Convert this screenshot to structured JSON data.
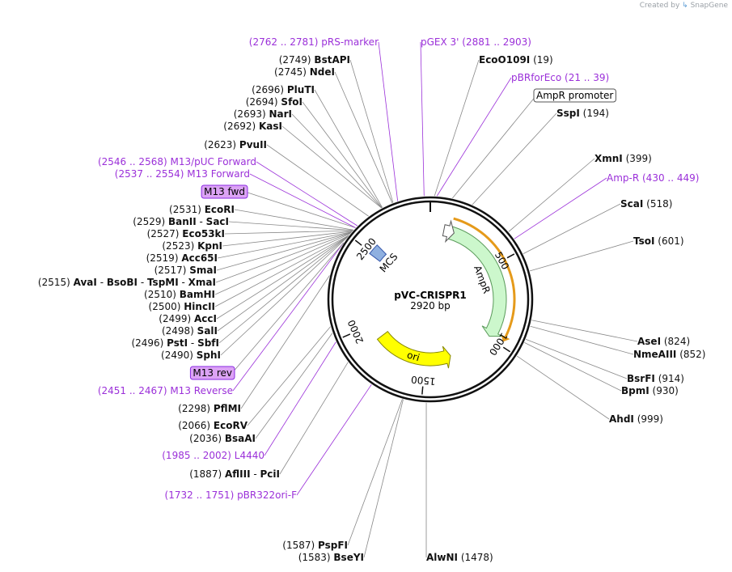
{
  "credit": {
    "prefix": "Created by",
    "brand": "SnapGene"
  },
  "map": {
    "name": "pVC-CRISPR1",
    "length_label": "2920 bp",
    "length": 2920
  },
  "ticks": [
    {
      "bp": 500,
      "label": "500"
    },
    {
      "bp": 1000,
      "label": "1000"
    },
    {
      "bp": 1500,
      "label": "1500"
    },
    {
      "bp": 2000,
      "label": "2000"
    },
    {
      "bp": 2500,
      "label": "2500"
    }
  ],
  "features": [
    {
      "name": "AmpR",
      "label": "AmpR",
      "start": 130,
      "end": 990,
      "color": "#ccf7cc",
      "stroke": "#5a9a5a"
    },
    {
      "name": "ori",
      "label": "ori",
      "start": 1300,
      "end": 1890,
      "color": "#ffff00",
      "stroke": "#888800"
    },
    {
      "name": "AmpR promoter",
      "label": "",
      "start": 90,
      "end": 130,
      "color": "#ffffff",
      "stroke": "#555555"
    },
    {
      "name": "MCS",
      "label": "MCS",
      "start": 2490,
      "end": 2560,
      "color": "#8fb0e0",
      "stroke": "#3355aa"
    }
  ],
  "right_labels": [
    {
      "kind": "enzyme",
      "name": "EcoO109I",
      "pos": "(19)",
      "bp": 19
    },
    {
      "kind": "primer",
      "name": "pBRforEco",
      "pos": "(21 .. 39)",
      "bp": 30
    },
    {
      "kind": "boxed",
      "name": "AmpR promoter",
      "bp": 100
    },
    {
      "kind": "enzyme",
      "name": "SspI",
      "pos": "(194)",
      "bp": 194
    },
    {
      "kind": "enzyme",
      "name": "XmnI",
      "pos": "(399)",
      "bp": 399
    },
    {
      "kind": "primer",
      "name": "Amp-R",
      "pos": "(430 .. 449)",
      "bp": 440
    },
    {
      "kind": "enzyme",
      "name": "ScaI",
      "pos": "(518)",
      "bp": 518
    },
    {
      "kind": "enzyme",
      "name": "TsoI",
      "pos": "(601)",
      "bp": 601
    },
    {
      "kind": "enzyme",
      "name": "AseI",
      "pos": "(824)",
      "bp": 824
    },
    {
      "kind": "enzyme",
      "name": "NmeAIII",
      "pos": "(852)",
      "bp": 852
    },
    {
      "kind": "enzyme",
      "name": "BsrFI",
      "pos": "(914)",
      "bp": 914
    },
    {
      "kind": "enzyme",
      "name": "BpmI",
      "pos": "(930)",
      "bp": 930
    },
    {
      "kind": "enzyme",
      "name": "AhdI",
      "pos": "(999)",
      "bp": 999
    }
  ],
  "bottom_labels": [
    {
      "kind": "enzyme",
      "name": "AlwNI",
      "pos": "(1478)",
      "bp": 1478
    },
    {
      "kind": "enzyme",
      "name": "PspFI",
      "pos": "(1587)",
      "bp": 1587
    },
    {
      "kind": "enzyme",
      "name": "BseYI",
      "pos": "(1583)",
      "bp": 1583
    }
  ],
  "left_labels": [
    {
      "kind": "primer",
      "name": "pBR322ori-F",
      "pos": "(1732 .. 1751)",
      "bp": 1741
    },
    {
      "kind": "enzyme",
      "name": "AflIII",
      "extra": "PciI",
      "pos": "(1887)",
      "bp": 1887
    },
    {
      "kind": "primer",
      "name": "L4440",
      "pos": "(1985 .. 2002)",
      "bp": 1993
    },
    {
      "kind": "enzyme",
      "name": "BsaAI",
      "pos": "(2036)",
      "bp": 2036
    },
    {
      "kind": "enzyme",
      "name": "EcoRV",
      "pos": "(2066)",
      "bp": 2066
    },
    {
      "kind": "enzyme",
      "name": "PflMI",
      "pos": "(2298)",
      "bp": 2298
    },
    {
      "kind": "primer",
      "name": "M13 Reverse",
      "pos": "(2451 .. 2467)",
      "bp": 2459
    },
    {
      "kind": "boxed",
      "name": "M13 rev",
      "bp": 2459
    },
    {
      "kind": "enzyme",
      "name": "SphI",
      "pos": "(2490)",
      "bp": 2490
    },
    {
      "kind": "enzyme",
      "name": "PstI",
      "extra": "SbfI",
      "pos": "(2496)",
      "bp": 2496
    },
    {
      "kind": "enzyme",
      "name": "SalI",
      "pos": "(2498)",
      "bp": 2498
    },
    {
      "kind": "enzyme",
      "name": "AccI",
      "pos": "(2499)",
      "bp": 2499
    },
    {
      "kind": "enzyme",
      "name": "HincII",
      "pos": "(2500)",
      "bp": 2500
    },
    {
      "kind": "enzyme",
      "name": "BamHI",
      "pos": "(2510)",
      "bp": 2510
    },
    {
      "kind": "enzyme",
      "name": "AvaI",
      "extra": "BsoBI",
      "extra2": "TspMI",
      "extra3": "XmaI",
      "pos": "(2515)",
      "bp": 2515
    },
    {
      "kind": "enzyme",
      "name": "SmaI",
      "pos": "(2517)",
      "bp": 2517
    },
    {
      "kind": "enzyme",
      "name": "Acc65I",
      "pos": "(2519)",
      "bp": 2519
    },
    {
      "kind": "enzyme",
      "name": "KpnI",
      "pos": "(2523)",
      "bp": 2523
    },
    {
      "kind": "enzyme",
      "name": "Eco53kI",
      "pos": "(2527)",
      "bp": 2527
    },
    {
      "kind": "enzyme",
      "name": "BanII",
      "extra": "SacI",
      "pos": "(2529)",
      "bp": 2529
    },
    {
      "kind": "enzyme",
      "name": "EcoRI",
      "pos": "(2531)",
      "bp": 2531
    },
    {
      "kind": "boxed",
      "name": "M13 fwd",
      "bp": 2545
    },
    {
      "kind": "primer",
      "name": "M13 Forward",
      "pos": "(2537 .. 2554)",
      "bp": 2545
    },
    {
      "kind": "primer",
      "name": "M13/pUC Forward",
      "pos": "(2546 .. 2568)",
      "bp": 2557
    },
    {
      "kind": "enzyme",
      "name": "PvuII",
      "pos": "(2623)",
      "bp": 2623
    },
    {
      "kind": "enzyme",
      "name": "KasI",
      "pos": "(2692)",
      "bp": 2692
    },
    {
      "kind": "enzyme",
      "name": "NarI",
      "pos": "(2693)",
      "bp": 2693
    },
    {
      "kind": "enzyme",
      "name": "SfoI",
      "pos": "(2694)",
      "bp": 2694
    },
    {
      "kind": "enzyme",
      "name": "PluTI",
      "pos": "(2696)",
      "bp": 2696
    },
    {
      "kind": "enzyme",
      "name": "NdeI",
      "pos": "(2745)",
      "bp": 2745
    },
    {
      "kind": "enzyme",
      "name": "BstAPI",
      "pos": "(2749)",
      "bp": 2749
    }
  ],
  "top_labels": [
    {
      "kind": "primer",
      "name": "pRS-marker",
      "pos": "(2762 .. 2781)",
      "bp": 2771
    },
    {
      "kind": "primer",
      "name": "pGEX 3'",
      "pos": "(2881 .. 2903)",
      "bp": 2892
    }
  ],
  "colors": {
    "primer": "#9b30d9",
    "enzyme": "#111111",
    "backbone": "#111111",
    "leader": "#888888"
  }
}
